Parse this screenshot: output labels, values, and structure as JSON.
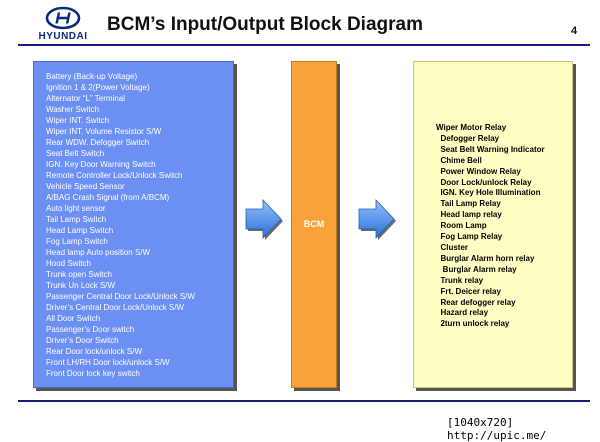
{
  "header": {
    "brand": "HYUNDAI",
    "title": "BCM’s Input/Output  Block Diagram",
    "page_number": "4"
  },
  "inputs": [
    "Battery (Back-up Voltage)",
    "Ignition 1 & 2(Power Voltage)",
    "Alternator “L” Terminal",
    "Washer Switch",
    "Wiper INT. Switch",
    "Wiper INT. Volume Resistor S/W",
    "Rear WDW. Defogger Switch",
    "Seat Belt Switch",
    "IGN. Key Door Warning Switch",
    "Remote Controller Lock/Unlock Switch",
    "Vehicle Speed Sensor",
    "A/BAG Crash Signal (from A/BCM)",
    "Auto light sensor",
    "Tail Lamp Switch",
    "Head Lamp Switch",
    "Fog Lamp Switch",
    "Head lamp Auto position S/W",
    "Hood Switch",
    "Trunk open Switch",
    "Trunk Un Lock S/W",
    "Passenger Central Door Lock/Unlock S/W",
    "Driver’s Central Door Lock/Unlock S/W",
    "All Door Switch",
    "Passenger’s Door switch",
    "Driver’s Door Switch",
    "Rear Door lock/unlock S/W",
    "Front LH/RH Door lock/unlock S/W",
    "Front Door lock key switch"
  ],
  "bcm": {
    "label": "BCM"
  },
  "outputs": [
    "Wiper Motor Relay",
    "  Defogger Relay",
    "  Seat Belt Warning Indicator",
    "  Chime Bell",
    "  Power Window Relay",
    "  Door Lock/unlock Relay",
    "  IGN. Key Hole Illumination",
    "  Tail Lamp Relay",
    "  Head lamp relay",
    "  Room Lamp",
    "  Fog Lamp Relay",
    "  Cluster",
    "  Burglar Alarm horn relay",
    "   Burglar Alarm relay",
    "  Trunk relay",
    "  Frt. Deicer relay",
    "  Rear defogger relay",
    "  Hazard relay",
    "  2turn unlock relay"
  ],
  "footer": {
    "watermark": "[1040x720] http://upic.me/"
  },
  "colors": {
    "input_panel": "#6b8ff2",
    "bcm_panel": "#f8a33a",
    "output_panel": "#ffffc4",
    "arrow": "#4a8ef0",
    "rule": "#1a1a7a",
    "brand": "#0a2a7a"
  }
}
